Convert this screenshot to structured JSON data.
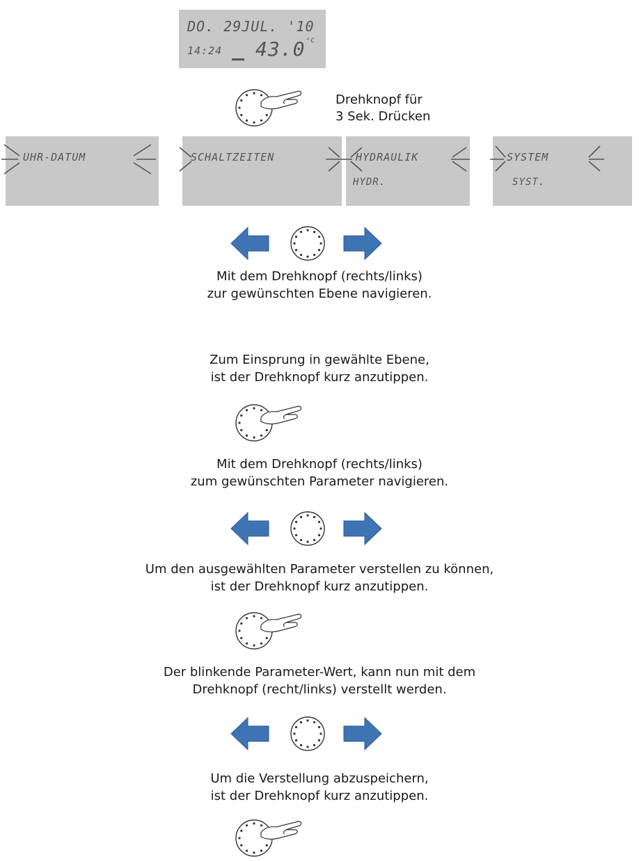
{
  "main_display": {
    "line1": "DO. 29JUL. '10",
    "time": "14:24",
    "value": "43.0",
    "unit": "°C"
  },
  "press_note": [
    "Drehknopf für",
    "3 Sek. Drücken"
  ],
  "menu_panels": [
    {
      "label": "UHR-DATUM",
      "sub": ""
    },
    {
      "label": "SCHALTZEITEN",
      "sub": ""
    },
    {
      "label": "HYDRAULIK",
      "sub": "HYDR."
    },
    {
      "label": "SYSTEM",
      "sub": "SYST."
    }
  ],
  "steps": {
    "navigate_level": [
      "Mit dem Drehknopf (rechts/links)",
      "zur gewünschten Ebene navigieren."
    ],
    "enter_level": [
      "Zum Einsprung in gewählte Ebene,",
      "ist der Drehknopf kurz anzutippen."
    ],
    "navigate_param": [
      "Mit dem Drehknopf (rechts/links)",
      "zum gewünschten Parameter navigieren."
    ],
    "select_param": [
      "Um den ausgewählten Parameter verstellen zu können,",
      "ist der Drehknopf kurz anzutippen."
    ],
    "adjust_value": [
      "Der blinkende Parameter-Wert, kann nun mit dem",
      "Drehknopf (recht/links) verstellt werden."
    ],
    "save": [
      "Um die Verstellung abzuspeichern,",
      "ist der Drehknopf kurz anzutippen."
    ]
  },
  "colors": {
    "lcd_background": "#c8c8c8",
    "lcd_text": "#555555",
    "arrow": "#3f74b4"
  },
  "icons": [
    "rotary-knob-icon",
    "pointing-hand-icon",
    "arrow-left-icon",
    "arrow-right-icon"
  ]
}
